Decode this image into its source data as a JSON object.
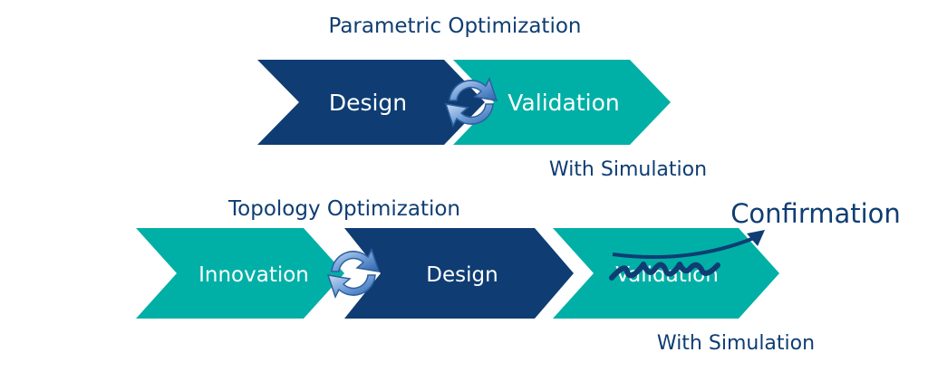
{
  "colors": {
    "navy": "#0f3d73",
    "teal": "#00b0a6",
    "icon_blue": "#6f9fd8"
  },
  "parametric": {
    "title": "Parametric Optimization",
    "steps": [
      "Design",
      "Validation"
    ],
    "note": "With Simulation"
  },
  "topology": {
    "title": "Topology Optimization",
    "steps": [
      "Innovation",
      "Design",
      "Validation"
    ],
    "note": "With Simulation",
    "replacement": "Confirmation"
  },
  "icons": {
    "cycle": "refresh-cycle-icon",
    "arrow": "curved-arrow-icon",
    "scribble": "strikethrough-scribble"
  }
}
